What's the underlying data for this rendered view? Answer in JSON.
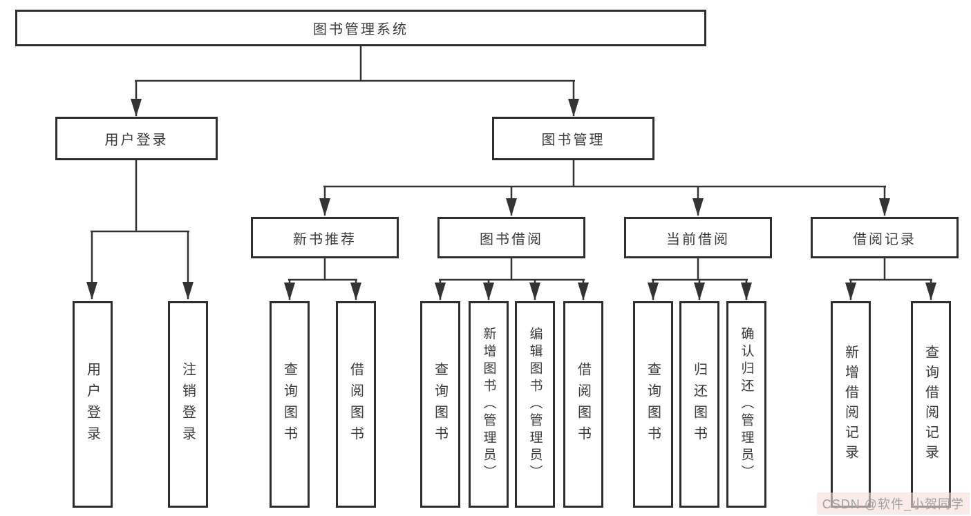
{
  "diagram": {
    "root": {
      "label": "图书管理系统"
    },
    "level2": [
      {
        "id": "user-login",
        "label": "用户登录"
      },
      {
        "id": "book-management",
        "label": "图书管理"
      }
    ],
    "level3": [
      {
        "id": "new-book-recommendation",
        "label": "新书推荐"
      },
      {
        "id": "book-borrowing",
        "label": "图书借阅"
      },
      {
        "id": "current-borrowing",
        "label": "当前借阅"
      },
      {
        "id": "borrowing-records",
        "label": "借阅记录"
      }
    ],
    "leaves": [
      {
        "id": "user-login",
        "parent": "user-login",
        "label": "用户登录"
      },
      {
        "id": "logout",
        "parent": "user-login",
        "label": "注销登录"
      },
      {
        "id": "query-books",
        "parent": "new-book-recommendation",
        "label": "查询图书"
      },
      {
        "id": "borrow-books",
        "parent": "new-book-recommendation",
        "label": "借阅图书"
      },
      {
        "id": "query-books",
        "parent": "book-borrowing",
        "label": "查询图书"
      },
      {
        "id": "add-books-admin",
        "parent": "book-borrowing",
        "label": "新增图书（管理员）"
      },
      {
        "id": "edit-books-admin",
        "parent": "book-borrowing",
        "label": "编辑图书（管理员）"
      },
      {
        "id": "borrow-books",
        "parent": "book-borrowing",
        "label": "借阅图书"
      },
      {
        "id": "query-books",
        "parent": "current-borrowing",
        "label": "查询图书"
      },
      {
        "id": "return-books",
        "parent": "current-borrowing",
        "label": "归还图书"
      },
      {
        "id": "confirm-return-admin",
        "parent": "current-borrowing",
        "label": "确认归还（管理员）"
      },
      {
        "id": "add-borrow-record",
        "parent": "borrowing-records",
        "label": "新增借阅记录"
      },
      {
        "id": "query-borrow-record",
        "parent": "borrowing-records",
        "label": "查询借阅记录"
      }
    ]
  },
  "colors": {
    "line": "#333333",
    "box_border": "#2d2d2d",
    "text": "#3b3b3b",
    "background": "#ffffff",
    "watermark_text": "#9f9f9f",
    "watermark_bg": "#f6dedd"
  },
  "watermark": {
    "text": "CSDN @软件_小贺同学"
  }
}
